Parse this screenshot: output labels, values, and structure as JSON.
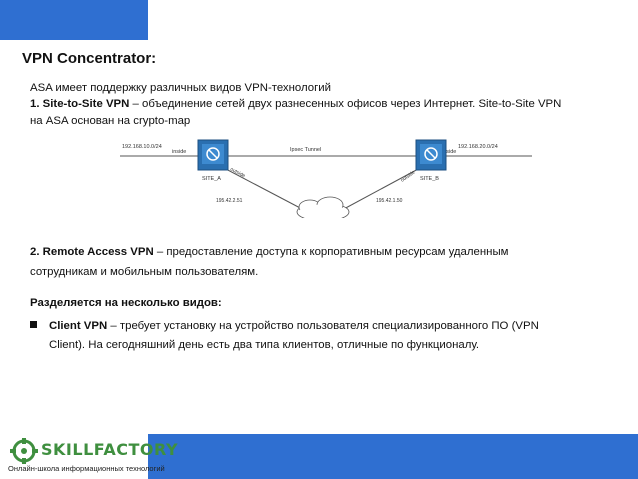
{
  "slide": {
    "title": "VPN Concentrator:",
    "intro": "ASA имеет поддержку различных видов VPN-технологий",
    "site_to_site": {
      "lead": "1. Site-to-Site VPN",
      "text1": " – объединение сетей двух разнесенных офисов через Интернет. Site-to-Site VPN",
      "text2": "на ASA основан на crypto-map"
    },
    "remote_access": {
      "lead": "2. Remote Access VPN",
      "text1": " – предоставление доступа к корпоративным ресурсам удаленным",
      "text2": "сотрудникам и мобильным пользователям."
    },
    "types_heading": "Разделяется на несколько видов:",
    "client_vpn": {
      "lead": "Client VPN",
      "text1": " – требует установку на устройство пользователя специализированного ПО (VPN",
      "text2": "Client). На сегодняшний день есть два типа клиентов, отличные по функционалу."
    }
  },
  "diagram": {
    "net_left": "192.168.10.0/24",
    "net_right": "192.168.20.0/24",
    "inside_left": "inside",
    "inside_right": "inside",
    "tunnel": "Ipsec Tunnel",
    "outside_left": "outside",
    "outside_right": "outside",
    "site_a": "SITE_A",
    "site_b": "SITE_B",
    "ip_left": "195.42.2.51",
    "ip_right": "195.42.1.50"
  },
  "logo": {
    "name": "SKILLFACTORY",
    "tagline": "Онлайн-школа информационных технологий"
  },
  "colors": {
    "accent": "#2f6fd1",
    "logo_green": "#3f8f3f"
  }
}
